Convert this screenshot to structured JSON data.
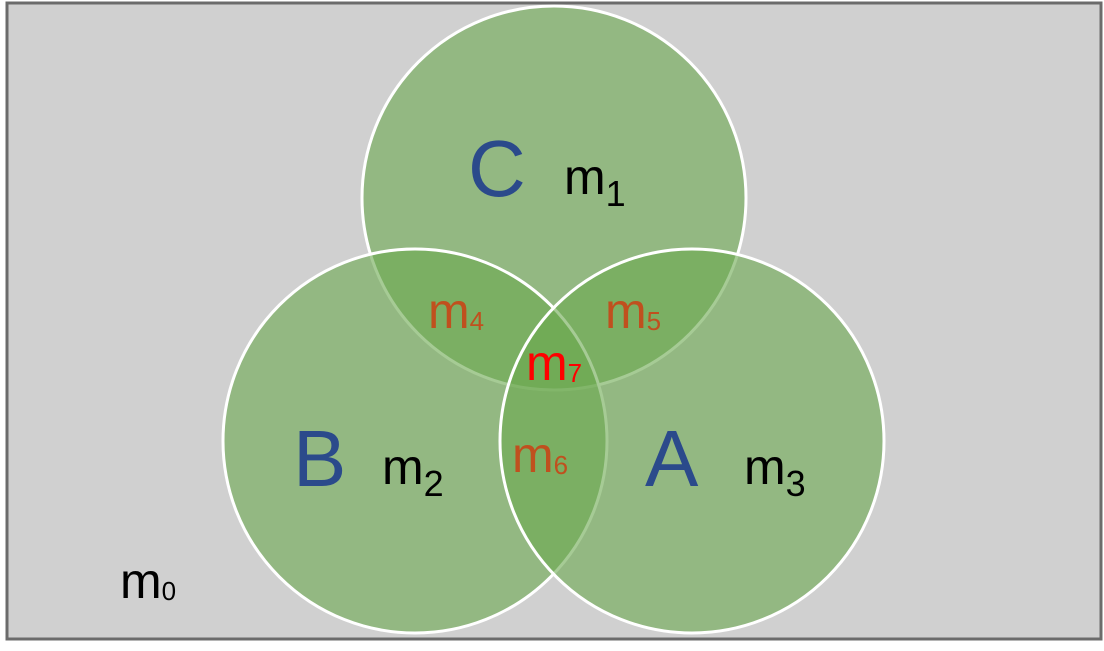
{
  "colors": {
    "background": "#d0d0d0",
    "frame": "#6b6b6b",
    "circle_fill": "#6aa84f",
    "circle_stroke": "#ffffff",
    "set_letter": "#2b4a8b",
    "pairwise_label": "#c0501e",
    "triple_label": "#ff0000",
    "single_label": "#000000"
  },
  "sets": {
    "c": {
      "letter": "C",
      "region_label": "m",
      "region_sub": "1"
    },
    "b": {
      "letter": "B",
      "region_label": "m",
      "region_sub": "2"
    },
    "a": {
      "letter": "A",
      "region_label": "m",
      "region_sub": "3"
    }
  },
  "regions": {
    "outside": {
      "label": "m",
      "sub": "0"
    },
    "b_and_c": {
      "label": "m",
      "sub": "4"
    },
    "a_and_c": {
      "label": "m",
      "sub": "5"
    },
    "a_and_b": {
      "label": "m",
      "sub": "6"
    },
    "a_b_c": {
      "label": "m",
      "sub": "7"
    }
  }
}
